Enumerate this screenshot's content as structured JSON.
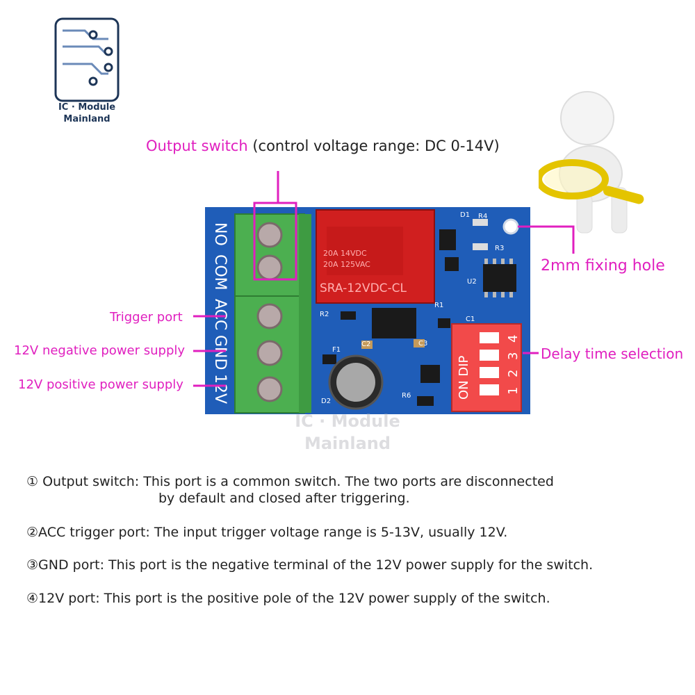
{
  "logo": {
    "line1": "IC · Module",
    "line2": "Mainland"
  },
  "title": {
    "highlight": "Output switch",
    "rest": " (control voltage range: DC 0-14V)"
  },
  "callouts": {
    "fixing_hole": "2mm fixing hole",
    "trigger_port": "Trigger port",
    "neg_supply": "12V negative power supply",
    "pos_supply": "12V positive power supply",
    "delay": "Delay time selection"
  },
  "board": {
    "terminal_labels": [
      "NO",
      "COM",
      "ACC",
      "GND",
      "12V"
    ],
    "relay_line1": "20A 14VDC",
    "relay_line2": "20A 125VAC",
    "relay_model": "SRA-12VDC-CL",
    "dip_label": "ON DIP",
    "dip_numbers": [
      "1",
      "2",
      "3",
      "4"
    ],
    "component_labels": [
      "D1",
      "R4",
      "R3",
      "U2",
      "R1",
      "C1",
      "R2",
      "F1",
      "C2",
      "C3",
      "R6",
      "D2"
    ]
  },
  "watermark": {
    "line1": "IC · Module",
    "line2": "Mainland"
  },
  "descriptions": [
    "① Output switch: This port is a common switch. The two ports are disconnected",
    "by default and closed after triggering.",
    "②ACC trigger port: The input trigger voltage range is 5-13V, usually 12V.",
    "③GND port: This port is the negative terminal of the 12V power supply for the switch.",
    "④12V port: This port is the positive pole of the 12V power supply of the switch."
  ],
  "colors": {
    "accent": "#e01fbf",
    "pcb": "#1f5db8",
    "terminal": "#4caf50",
    "dip": "#f24a4a"
  }
}
